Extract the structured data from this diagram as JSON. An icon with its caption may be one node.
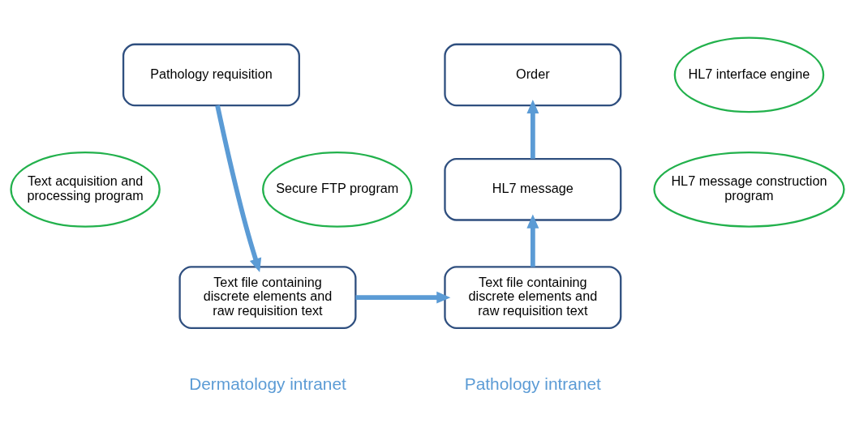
{
  "diagram": {
    "nodes": [
      {
        "text": [
          "Pathology requisition"
        ]
      },
      {
        "text": [
          "Text acquisition and processing program"
        ]
      },
      {
        "text": [
          "Text file containing discrete elements and raw requisition text"
        ]
      },
      {
        "text": [
          "Secure FTP program"
        ]
      },
      {
        "text": [
          "Order"
        ]
      },
      {
        "text": [
          "HL7 interface engine"
        ]
      },
      {
        "text": [
          "HL7 message"
        ]
      },
      {
        "text": [
          "HL7 message construction program"
        ]
      },
      {
        "text": [
          "Text file containing discrete elements and raw requisition text"
        ]
      }
    ],
    "edges": [
      {
        "from": 0,
        "to": 2,
        "arrow": "to"
      },
      {
        "from": 2,
        "to": 8,
        "arrow": "to"
      },
      {
        "from": 8,
        "to": 6,
        "arrow": "to"
      },
      {
        "from": 6,
        "to": 4,
        "arrow": "to"
      }
    ],
    "labels": [
      "Dermatology intranet",
      "Pathology intranet"
    ]
  }
}
